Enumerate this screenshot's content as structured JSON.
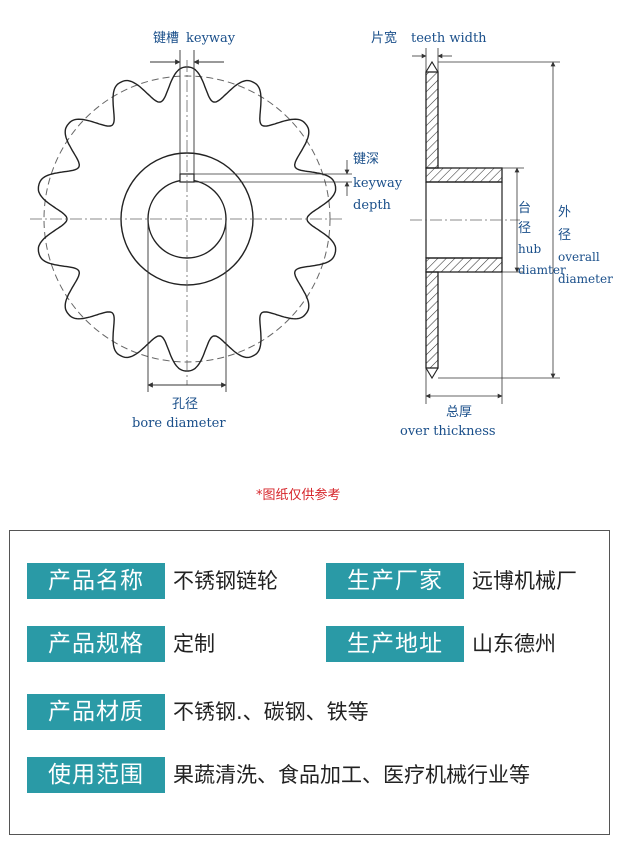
{
  "drawing": {
    "keyway_cn": "键槽",
    "keyway_en": "keyway",
    "teeth_width_cn": "片宽",
    "teeth_width_en": "teeth width",
    "keyway_depth_cn": "键深",
    "keyway_depth_en1": "keyway",
    "keyway_depth_en2": "depth",
    "hub_cn1": "台",
    "hub_cn2": "径",
    "hub_en1": "hub",
    "hub_en2": "diamter",
    "overall_cn1": "外",
    "overall_cn2": "径",
    "overall_en1": "overall",
    "overall_en2": "diameter",
    "bore_cn": "孔径",
    "bore_en": "bore diameter",
    "thickness_cn": "总厚",
    "thickness_en": "over thickness",
    "note": "*图纸仅供参考"
  },
  "colors": {
    "label_blue": "#1a4f8a",
    "tag_teal": "#2a9aa6",
    "note_red": "#d6242a"
  },
  "specs": [
    {
      "label": "产品名称",
      "value": "不锈钢链轮"
    },
    {
      "label": "生产厂家",
      "value": "远博机械厂"
    },
    {
      "label": "产品规格",
      "value": "定制"
    },
    {
      "label": "生产地址",
      "value": "山东德州"
    },
    {
      "label": "产品材质",
      "value": "不锈钢.、碳钢、铁等"
    },
    {
      "label": "使用范围",
      "value": "果蔬清洗、食品加工、医疗机械行业等"
    }
  ]
}
